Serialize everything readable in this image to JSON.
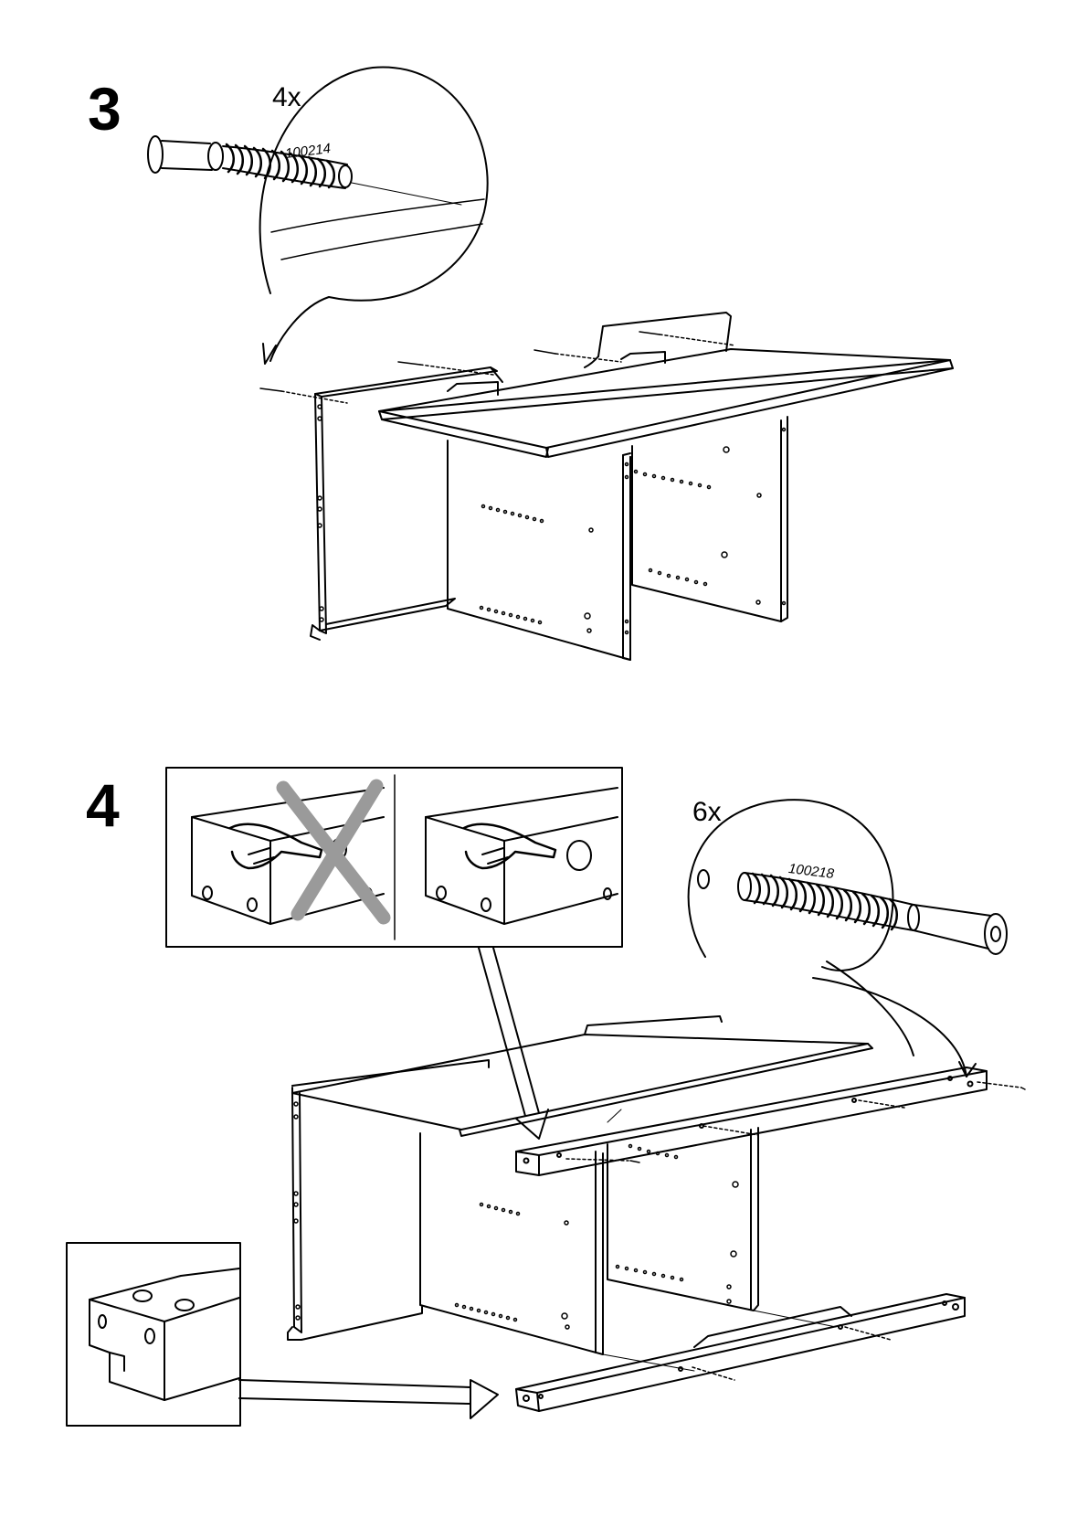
{
  "step3": {
    "number": "3",
    "quantity": "4x",
    "part_number": "100214",
    "hardware": "screw-icon"
  },
  "step4": {
    "number": "4",
    "quantity": "6x",
    "part_number": "100218",
    "hardware": "screw-icon",
    "detail_icons": [
      "hand-pointer-icon",
      "wrong-cross-icon"
    ]
  }
}
